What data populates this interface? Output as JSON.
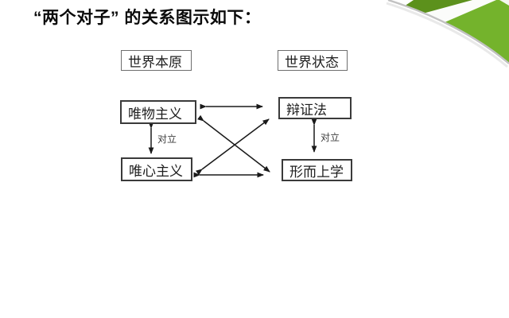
{
  "slide": {
    "title": "“两个对子” 的关系图示如下："
  },
  "diagram": {
    "boxes": [
      {
        "id": "world-origin",
        "label": "世界本原"
      },
      {
        "id": "world-state",
        "label": "世界状态"
      },
      {
        "id": "materialism",
        "label": "唯物主义"
      },
      {
        "id": "dialectics",
        "label": "辩证法"
      },
      {
        "id": "idealism",
        "label": "唯心主义"
      },
      {
        "id": "metaphysics",
        "label": "形而上学"
      }
    ],
    "opposition_labels": [
      "对立",
      "对立"
    ],
    "relations": [
      {
        "from": "唯物主义",
        "to": "辩证法",
        "style": "horizontal-double-arrow"
      },
      {
        "from": "唯心主义",
        "to": "形而上学",
        "style": "horizontal-double-arrow"
      },
      {
        "from": "唯物主义",
        "to": "唯心主义",
        "style": "vertical-double-arrow",
        "label": "对立"
      },
      {
        "from": "辩证法",
        "to": "形而上学",
        "style": "vertical-double-arrow",
        "label": "对立"
      },
      {
        "from": "唯物主义",
        "to": "形而上学",
        "style": "diagonal-double-arrow"
      },
      {
        "from": "唯心主义",
        "to": "辩证法",
        "style": "diagonal-double-arrow"
      }
    ],
    "arrow_color": "#1a1a1a"
  },
  "decoration": {
    "ribbon_green": "#74b32c",
    "ribbon_dark_green": "#5c911c",
    "ribbon_stripe": "#fbfcfa",
    "sheet_shadow": "#c2c2c2",
    "sheet_shadow_soft": "#e9e9e9"
  }
}
